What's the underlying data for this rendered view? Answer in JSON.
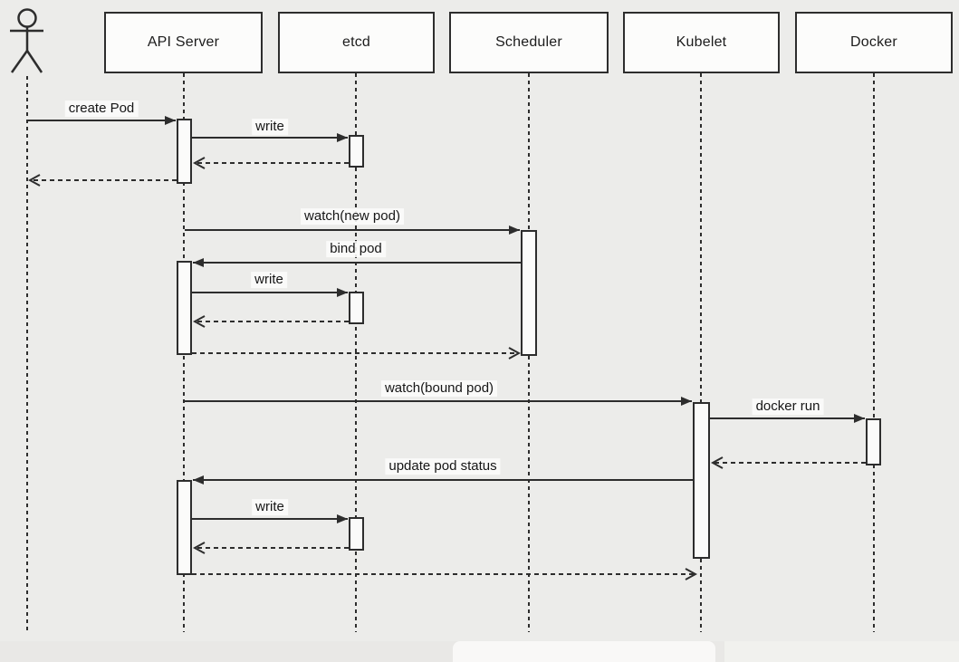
{
  "diagram_type": "uml-sequence-diagram",
  "participants": [
    {
      "id": "user",
      "name": "",
      "kind": "actor"
    },
    {
      "id": "api-server",
      "name": "API Server",
      "kind": "object"
    },
    {
      "id": "etcd",
      "name": "etcd",
      "kind": "object"
    },
    {
      "id": "scheduler",
      "name": "Scheduler",
      "kind": "object"
    },
    {
      "id": "kubelet",
      "name": "Kubelet",
      "kind": "object"
    },
    {
      "id": "docker",
      "name": "Docker",
      "kind": "object"
    }
  ],
  "messages": [
    {
      "from": "user",
      "to": "api-server",
      "label": "create Pod",
      "style": "solid"
    },
    {
      "from": "api-server",
      "to": "etcd",
      "label": "write",
      "style": "solid"
    },
    {
      "from": "etcd",
      "to": "api-server",
      "label": "",
      "style": "dashed-return"
    },
    {
      "from": "api-server",
      "to": "user",
      "label": "",
      "style": "dashed-return"
    },
    {
      "from": "api-server",
      "to": "scheduler",
      "label": "watch(new pod)",
      "style": "solid"
    },
    {
      "from": "scheduler",
      "to": "api-server",
      "label": "bind pod",
      "style": "solid"
    },
    {
      "from": "api-server",
      "to": "etcd",
      "label": "write",
      "style": "solid"
    },
    {
      "from": "etcd",
      "to": "api-server",
      "label": "",
      "style": "dashed-return"
    },
    {
      "from": "api-server",
      "to": "scheduler",
      "label": "",
      "style": "dashed-return"
    },
    {
      "from": "api-server",
      "to": "kubelet",
      "label": "watch(bound pod)",
      "style": "solid"
    },
    {
      "from": "kubelet",
      "to": "docker",
      "label": "docker run",
      "style": "solid"
    },
    {
      "from": "docker",
      "to": "kubelet",
      "label": "",
      "style": "dashed-return"
    },
    {
      "from": "kubelet",
      "to": "api-server",
      "label": "update pod status",
      "style": "solid"
    },
    {
      "from": "api-server",
      "to": "etcd",
      "label": "write",
      "style": "solid"
    },
    {
      "from": "etcd",
      "to": "api-server",
      "label": "",
      "style": "dashed-return"
    },
    {
      "from": "api-server",
      "to": "kubelet",
      "label": "",
      "style": "dashed-return"
    }
  ],
  "colors": {
    "background": "#ececea",
    "line": "#2d2d2d",
    "box_fill": "#fcfcfb",
    "text": "#1c1c1c"
  }
}
